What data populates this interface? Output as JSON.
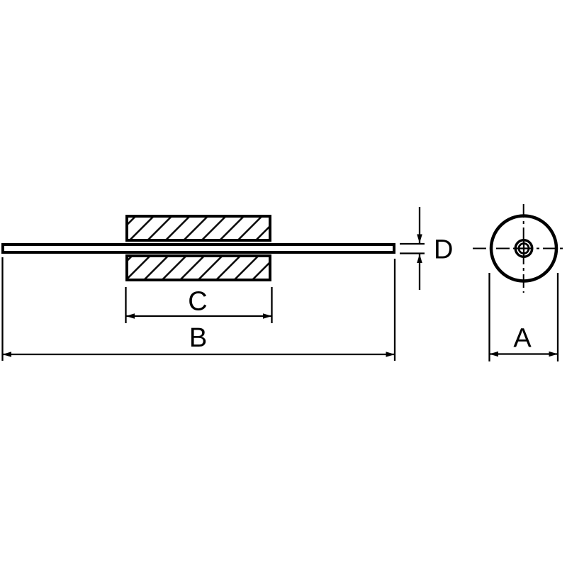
{
  "drawing": {
    "background_color": "#ffffff",
    "line_color": "#000000",
    "dimension_labels": {
      "a": "A",
      "b": "B",
      "c": "C",
      "d": "D"
    }
  }
}
